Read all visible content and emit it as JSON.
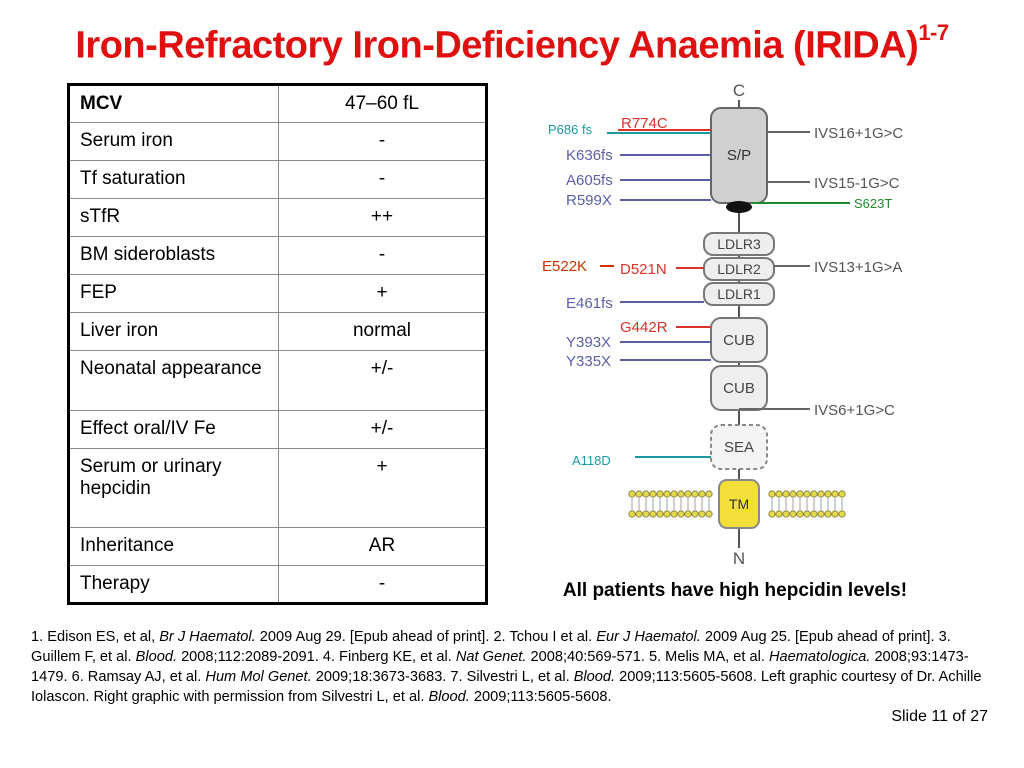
{
  "title": {
    "main": "Iron-Refractory Iron-Deficiency Anaemia (IRIDA)",
    "sup": "1-7"
  },
  "table": {
    "rows": [
      {
        "label": "MCV",
        "value": "47–60 fL"
      },
      {
        "label": "Serum iron",
        "value": "-"
      },
      {
        "label": "Tf saturation",
        "value": "-"
      },
      {
        "label": "sTfR",
        "value": "++"
      },
      {
        "label": "BM sideroblasts",
        "value": "-"
      },
      {
        "label": "FEP",
        "value": "+"
      },
      {
        "label": "Liver iron",
        "value": "normal"
      },
      {
        "label": "Neonatal appearance",
        "value": "+/-"
      },
      {
        "label": "Effect oral/IV Fe",
        "value": "+/-"
      },
      {
        "label": "Serum or urinary hepcidin",
        "value": "+"
      },
      {
        "label": "Inheritance",
        "value": "AR"
      },
      {
        "label": "Therapy",
        "value": "-"
      }
    ]
  },
  "diagram": {
    "terminus_c": "C",
    "terminus_n": "N",
    "domains": {
      "sp": "S/P",
      "ldlr3": "LDLR3",
      "ldlr2": "LDLR2",
      "ldlr1": "LDLR1",
      "cub1": "CUB",
      "cub2": "CUB",
      "sea": "SEA",
      "tm": "TM"
    },
    "left_mutations": {
      "r774c": "R774C",
      "k636fs": "K636fs",
      "a605fs": "A605fs",
      "r599x": "R599X",
      "d521n": "D521N",
      "e461fs": "E461fs",
      "g442r": "G442R",
      "y393x": "Y393X",
      "y335x": "Y335X"
    },
    "right_mutations": {
      "ivs16": "IVS16+1G>C",
      "ivs15": "IVS15-1G>C",
      "ivs13": "IVS13+1G>A",
      "ivs6": "IVS6+1G>C"
    },
    "annotations": {
      "p686fs": "P686 fs",
      "s623t": "S623T",
      "e522k": "E522K",
      "a118d": "A118D"
    },
    "colors": {
      "red": "#d9342b",
      "blue": "#5b5fa8",
      "teal": "#1a9aa0",
      "green": "#1f8a2e",
      "orange_red": "#cc3300",
      "tm_fill": "#f2df3a",
      "domain_fill": "#e8e8e8"
    }
  },
  "note": "All patients have high hepcidin levels!",
  "references": {
    "r1a": "1. Edison ES,  et al, ",
    "r1j": "Br J Haematol.",
    "r1b": " 2009 Aug 29. [Epub ahead of print].  2. Tchou I et al.  ",
    "r2j": "Eur J Haematol.",
    "r2b": " 2009 Aug 25. [Epub ahead of print]. 3. Guillem F, et al. ",
    "r3j": "Blood.",
    "r3b": " 2008;112:2089-2091. 4. Finberg KE, et al. ",
    "r4j": "Nat Genet.",
    "r4b": " 2008;40:569-571. 5. Melis MA, et al. ",
    "r5j": "Haematologica.",
    "r5b": " 2008;93:1473-1479. 6. Ramsay AJ, et al. ",
    "r6j": "Hum Mol Genet.",
    "r6b": " 2009;18:3673-3683. 7. Silvestri L, et al. ",
    "r7j": "Blood.",
    "r7b": " 2009;113:5605-5608. Left graphic courtesy of Dr. Achille Iolascon. Right graphic with permission from Silvestri L, et al. ",
    "r8j": "Blood.",
    "r8b": " 2009;113:5605-5608."
  },
  "slide_number": "Slide 11 of 27"
}
